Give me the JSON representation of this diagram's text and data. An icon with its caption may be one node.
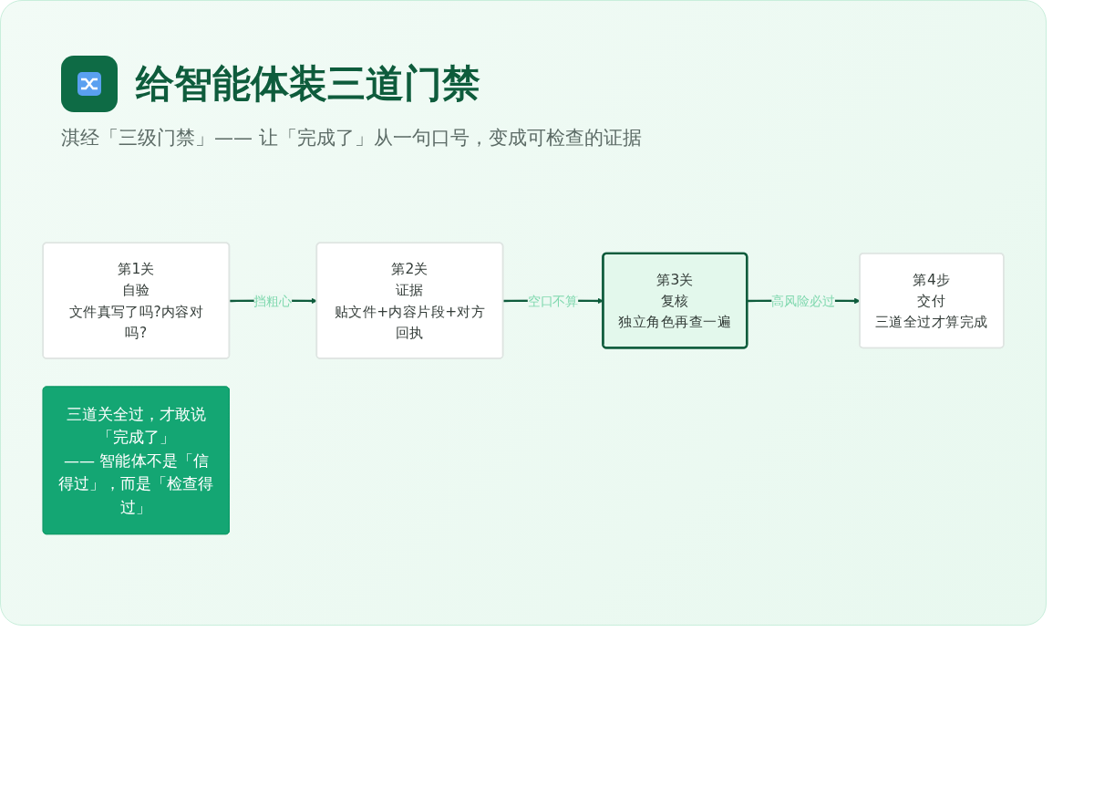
{
  "diagram": {
    "title": "给智能体装三道门禁",
    "nodes": [
      {
        "text": [
          "第1关",
          "自验",
          "文件真写了吗?内容对吗?"
        ]
      },
      {
        "text": [
          "第2关",
          "证据",
          "贴文件+内容片段+对方回执"
        ]
      },
      {
        "text": [
          "第3关",
          "复核",
          "独立角色再查一遍"
        ]
      },
      {
        "text": [
          "第4步",
          "交付",
          "三道全过才算完成"
        ]
      },
      {
        "text": [
          "三道关全过，才敢说「完成了」",
          "—— 智能体不是「信得过」，而是「检查得过」"
        ]
      }
    ],
    "edges": [
      {
        "from": 0,
        "to": 1,
        "arrow": "to",
        "label": "挡粗心"
      },
      {
        "from": 1,
        "to": 2,
        "arrow": "to",
        "label": "空口不算"
      },
      {
        "from": 2,
        "to": 3,
        "arrow": "to",
        "label": "高风险必过"
      }
    ],
    "labels": [
      "淇经「三级门禁」—— 让「完成了」从一句口号，变成可检查的证据"
    ]
  }
}
